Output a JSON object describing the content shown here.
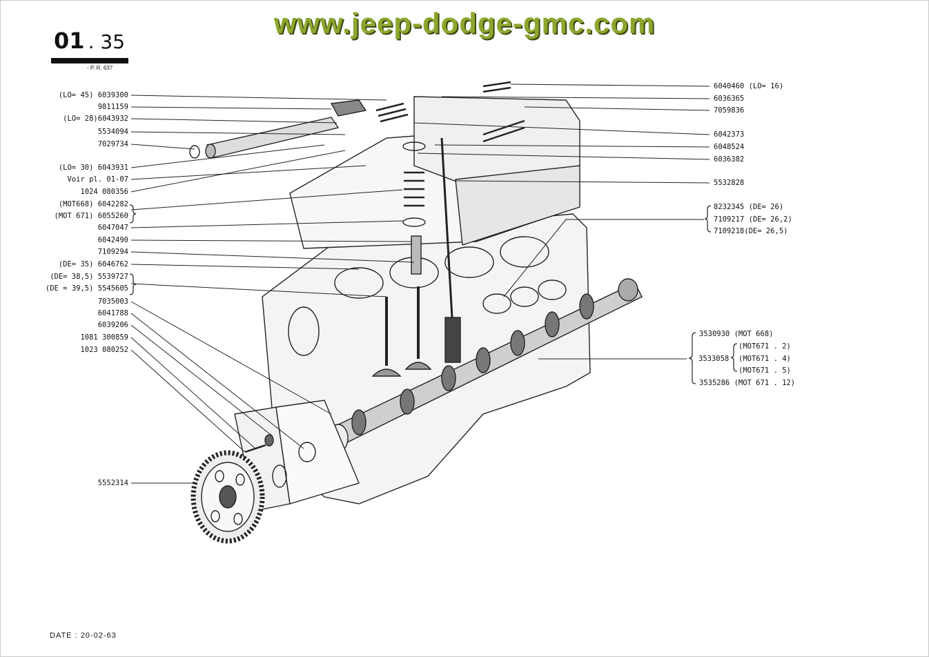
{
  "watermark": "www.jeep-dodge-gmc.com",
  "page_number": {
    "major": "01",
    "minor": ". 35"
  },
  "pr_ref": "- P. R. 637",
  "date": "DATE : 20-02-63",
  "left_labels": [
    "(LO= 45) 6039300",
    "9811159",
    "(LO= 28)6043932",
    "5534094",
    "7029734",
    "(LO= 30) 6043931",
    "Voir pl. 01-07",
    "1024 080356",
    "(MOT668) 6042282",
    "(MOT 671) 6055260",
    "6047047",
    "6042490",
    "7109294",
    "(DE= 35) 6046762",
    "(DE= 38,5) 5539727",
    "(DE = 39,5) 5545605",
    "7035003",
    "6041788",
    "6039206",
    "1081 300859",
    "1023 080252",
    "5552314"
  ],
  "right_labels": [
    "6040460 (LO= 16)",
    "6036365",
    "7059836",
    "6042373",
    "6048524",
    "6036382",
    "5532828",
    "8232345 (DE= 26)",
    "7109217 (DE= 26,2)",
    "7109218(DE= 26,5)",
    "3530930 (MOT 668)",
    "(MOT671 . 2)",
    "(MOT671 . 4)",
    "(MOT671 . 5)",
    "3535286 (MOT 671 . 12)",
    "3533058"
  ]
}
